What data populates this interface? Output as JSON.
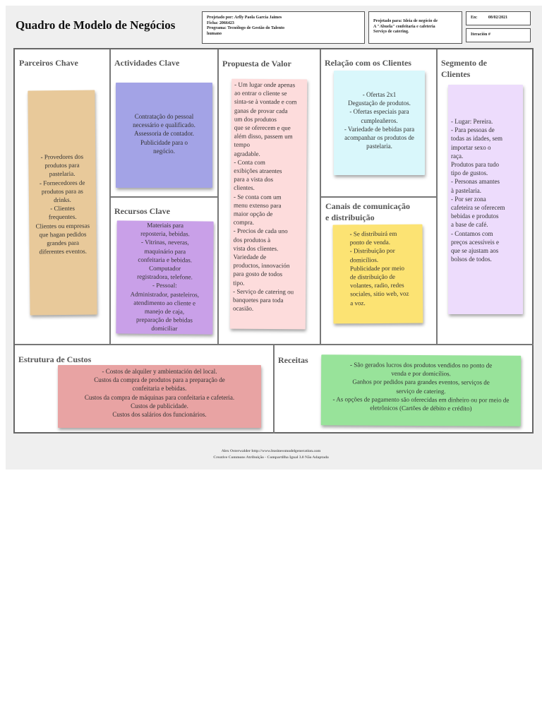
{
  "page": {
    "title": "Quadro de Modelo de Negócios"
  },
  "header": {
    "projected_by": [
      "Projetado por: Arlly Paola García Jaimes",
      "Ficha: 2066423",
      "Programa: Tecnólogo de Gestão do Talento",
      "humano"
    ],
    "projected_for": [
      "Projetado para: Ideia de negócio de",
      "A \"Abuela\" confeitaria e cafeteria",
      "Serviço de catering."
    ],
    "date_label": "En:",
    "date_value": "08/02/2021",
    "iteration": "Iteración #"
  },
  "sections": {
    "partners": {
      "title": "Parceiros Chave",
      "lines": [
        "- Provedores dos",
        "produtos para",
        "pastelaria.",
        "- Fornecedores de",
        "produtos para as",
        "drinks.",
        "- Clientes",
        "frequentes.",
        "Clientes ou empresas",
        "que hagan pedidos",
        "grandes para",
        "diferentes eventos."
      ],
      "color": "#e8c99a"
    },
    "activities": {
      "title": "Actividades Clave",
      "lines": [
        "Contratação do pessoal",
        "necessário e qualificado.",
        "Assessoria de contador.",
        "Publicidade para o",
        "negócio."
      ],
      "color": "#a3a3e6"
    },
    "resources": {
      "title": "Recursos Clave",
      "lines": [
        "Materiais para",
        "reposteria, bebidas.",
        "- Vitrinas, neveras,",
        "maquinário para",
        "confeitaria e bebidas.",
        "Computador",
        "registradora, telefone.",
        "- Pessoal:",
        "Administrador, pasteleiros,",
        "atendimento ao cliente e",
        "manejo de caja,",
        "preparação de bebidas",
        "domiciliar"
      ],
      "color": "#c9a0e8"
    },
    "value": {
      "title": "Propuesta de Valor",
      "lines": [
        "- Um lugar onde apenas",
        "ao entrar o cliente se",
        "sinta-se à vontade e com",
        "ganas de provar cada",
        "um dos produtos",
        "que se oferecem e que",
        "além disso, passem um tempo",
        "agradable.",
        "- Conta com",
        "exibições atraentes",
        "para a vista dos",
        "clientes.",
        "- Se conta com um",
        "menu extenso para",
        "maior opção de",
        "compra.",
        "- Precios de cada uno",
        "dos produtos à",
        "vista dos clientes.",
        "Variedade de",
        "productos, innovación",
        "para gosto de todos",
        "tipo.",
        "- Serviço de catering ou",
        "banquetes para toda",
        "ocasião."
      ],
      "color": "#fddcdc"
    },
    "relations": {
      "title": "Relação com os Clientes",
      "lines": [
        "- Ofertas 2x1",
        "Degustação de produtos.",
        "- Ofertas especiais para",
        "cumpleañeros.",
        "- Variedade de bebidas para",
        "acompanhar os produtos de",
        "pastelaria."
      ],
      "color": "#d9f7fb"
    },
    "channels": {
      "title": "Canais de comunicação e distribuição",
      "title_lines": [
        "Canais de comunicação",
        "e distribuição"
      ],
      "lines": [
        "- Se distribuirá em",
        "ponto de venda.",
        "- Distribuição por",
        "domicílios.",
        "Publicidade por meio",
        "de distribuição de",
        "volantes, radio, redes",
        "sociales, sitio web, voz",
        "a voz."
      ],
      "color": "#fce373"
    },
    "segments": {
      "title_lines": [
        "Segmento de",
        "Clientes"
      ],
      "lines": [
        "- Lugar: Pereira.",
        "- Para pessoas de",
        "todas as idades, sem",
        "importar sexo o",
        "raça.",
        "Produtos para tudo",
        "tipo de gustos.",
        "- Personas amantes",
        "à pastelaria.",
        "- Por ser zona",
        "cafeteira se oferecem",
        "bebidas e produtos",
        "a base de café.",
        "- Contamos com",
        "preços acessíveis e",
        "que se ajustam aos",
        "bolsos de todos."
      ],
      "color": "#eddcfc"
    },
    "costs": {
      "title": "Estrutura de Custos",
      "lines": [
        "- Costos de alquiler y ambientación del local.",
        "Custos da compra de produtos para a preparação de",
        "confeitaria e bebidas.",
        "Custos da compra de máquinas para confeitaria e cafeteria.",
        "Custos de publicidade.",
        "Custos dos salários dos funcionários."
      ],
      "color": "#e8a3a3"
    },
    "revenue": {
      "title": "Receitas",
      "lines": [
        "- São gerados lucros dos produtos vendidos no ponto de",
        "venda e por domicílios.",
        "Ganhos por pedidos para grandes eventos, serviços de",
        "serviço de catering.",
        "- As opções de pagamento são oferecidas em dinheiro ou por meio de",
        "eletrônicos (Cartões de débito e crédito)"
      ],
      "color": "#98e39a"
    }
  },
  "footer": {
    "line1": "Alex Osterwalder http://www.businessmodelgeneration.com",
    "line2": "Creative Commons Atribuição - Compartilha Igual 3.0 Não Adaptada"
  }
}
